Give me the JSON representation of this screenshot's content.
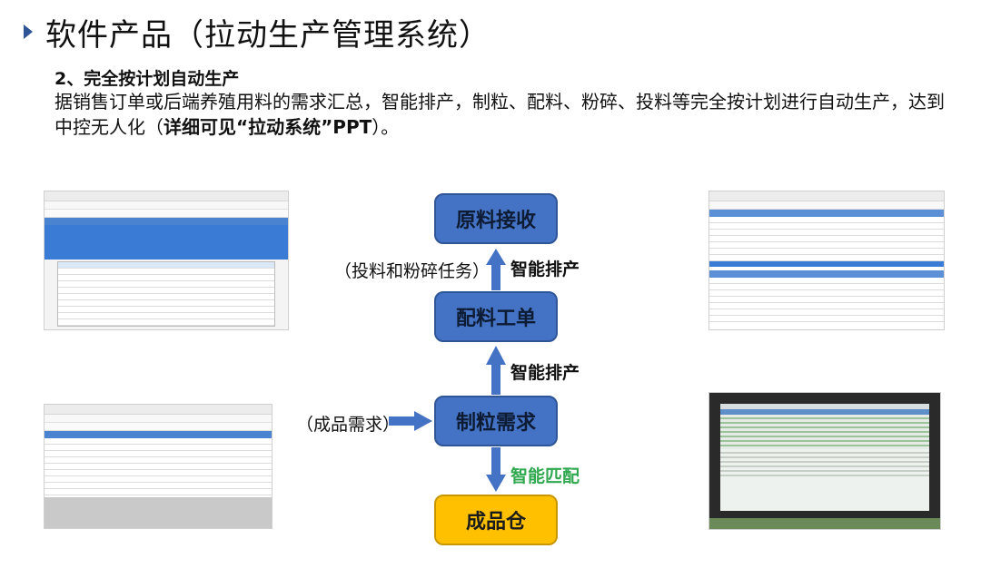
{
  "header": {
    "title": "软件产品（拉动生产管理系统）"
  },
  "section": {
    "heading": "2、完全按计划自动生产",
    "desc_part1": "据销售订单或后端养殖用料的需求汇总，智能排产，制粒、配料、粉碎、投料等完全按计划进行自动生产，达到中控无人化（",
    "desc_bold": "详细可见“拉动系统”PPT",
    "desc_part2": "）。"
  },
  "flow": {
    "box1": "原料接收",
    "box2": "配料工单",
    "box3": "制粒需求",
    "box4": "成品仓",
    "arrow1_label": "智能排产",
    "arrow2_label": "智能排产",
    "arrow3_label": "智能匹配",
    "side_top": "（投料和粉碎任务）",
    "side_left": "（成品需求）"
  },
  "colors": {
    "box_blue": "#4472c4",
    "box_yellow": "#ffc000",
    "arrow_blue": "#4472c4",
    "match_green": "#2fa84f",
    "title_marker": "#2f5597"
  }
}
